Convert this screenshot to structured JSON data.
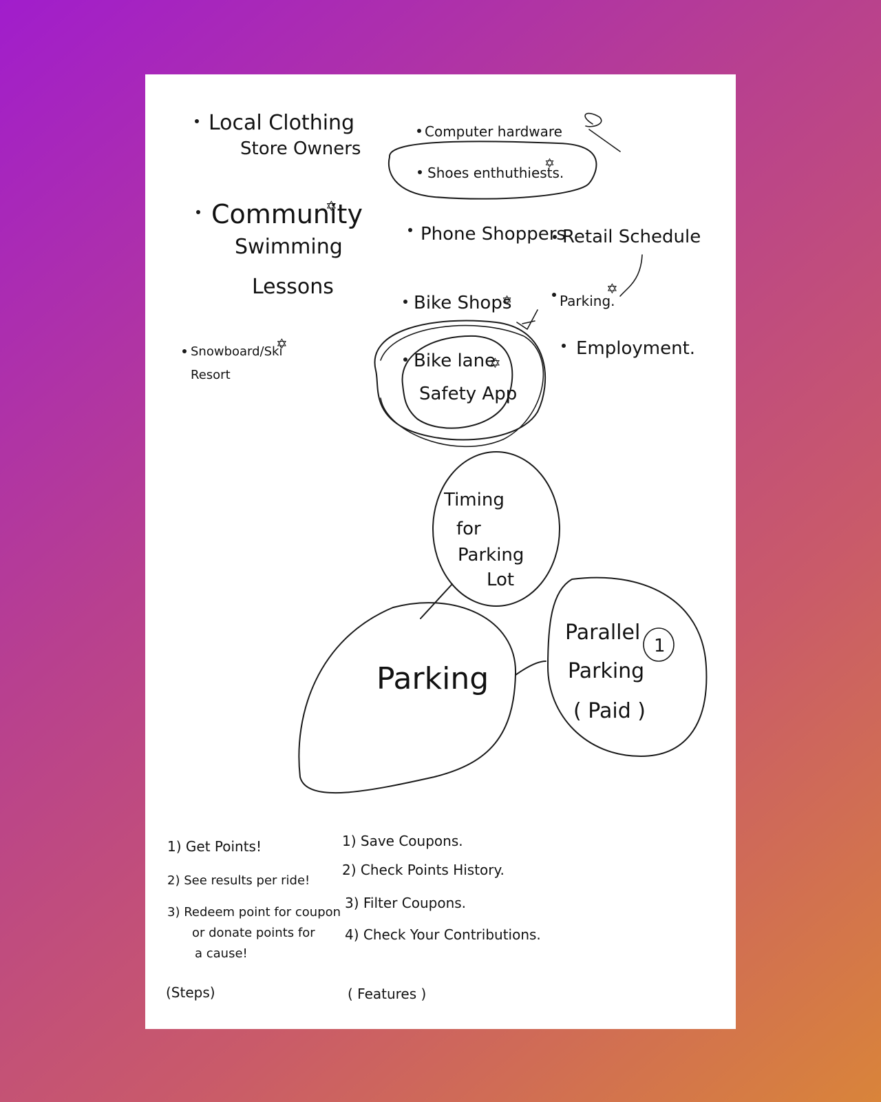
{
  "colors": {
    "background_start": "#a11dcc",
    "background_end": "#d9843a",
    "paper": "#ffffff",
    "ink": "#1a1a1a"
  },
  "ideas": {
    "local_clothing_line1": "Local Clothing",
    "local_clothing_line2": "Store Owners",
    "community_line1": "Community",
    "community_line2": "Swimming",
    "community_line3": "Lessons",
    "snowboard_line1": "Snowboard/Ski",
    "snowboard_line2": "Resort",
    "computer_hardware": "Computer hardware",
    "shoes": "Shoes enthuthiests.",
    "phone_shoppers": "Phone Shoppers",
    "retail_schedule": "Retail Schedule",
    "bike_shops": "Bike Shops",
    "parking": "Parking.",
    "employment": "Employment.",
    "bike_lane_line1": "Bike lane",
    "bike_lane_line2": "Safety App"
  },
  "mindmap": {
    "center": "Parking",
    "timing_line1": "Timing",
    "timing_line2": "for",
    "timing_line3": "Parking",
    "timing_line4": "Lot",
    "parallel_line1": "Parallel",
    "parallel_line2": "Parking",
    "parallel_line3": "( Paid )",
    "badge": "1"
  },
  "steps": {
    "items": [
      "1) Get Points!",
      "2) See results per ride!",
      "3) Redeem point for coupon",
      "or donate points for",
      "a cause!"
    ],
    "caption": "(Steps)"
  },
  "features": {
    "items": [
      "1) Save Coupons.",
      "2) Check Points History.",
      "3) Filter Coupons.",
      "4) Check Your Contributions."
    ],
    "caption": "( Features )"
  }
}
